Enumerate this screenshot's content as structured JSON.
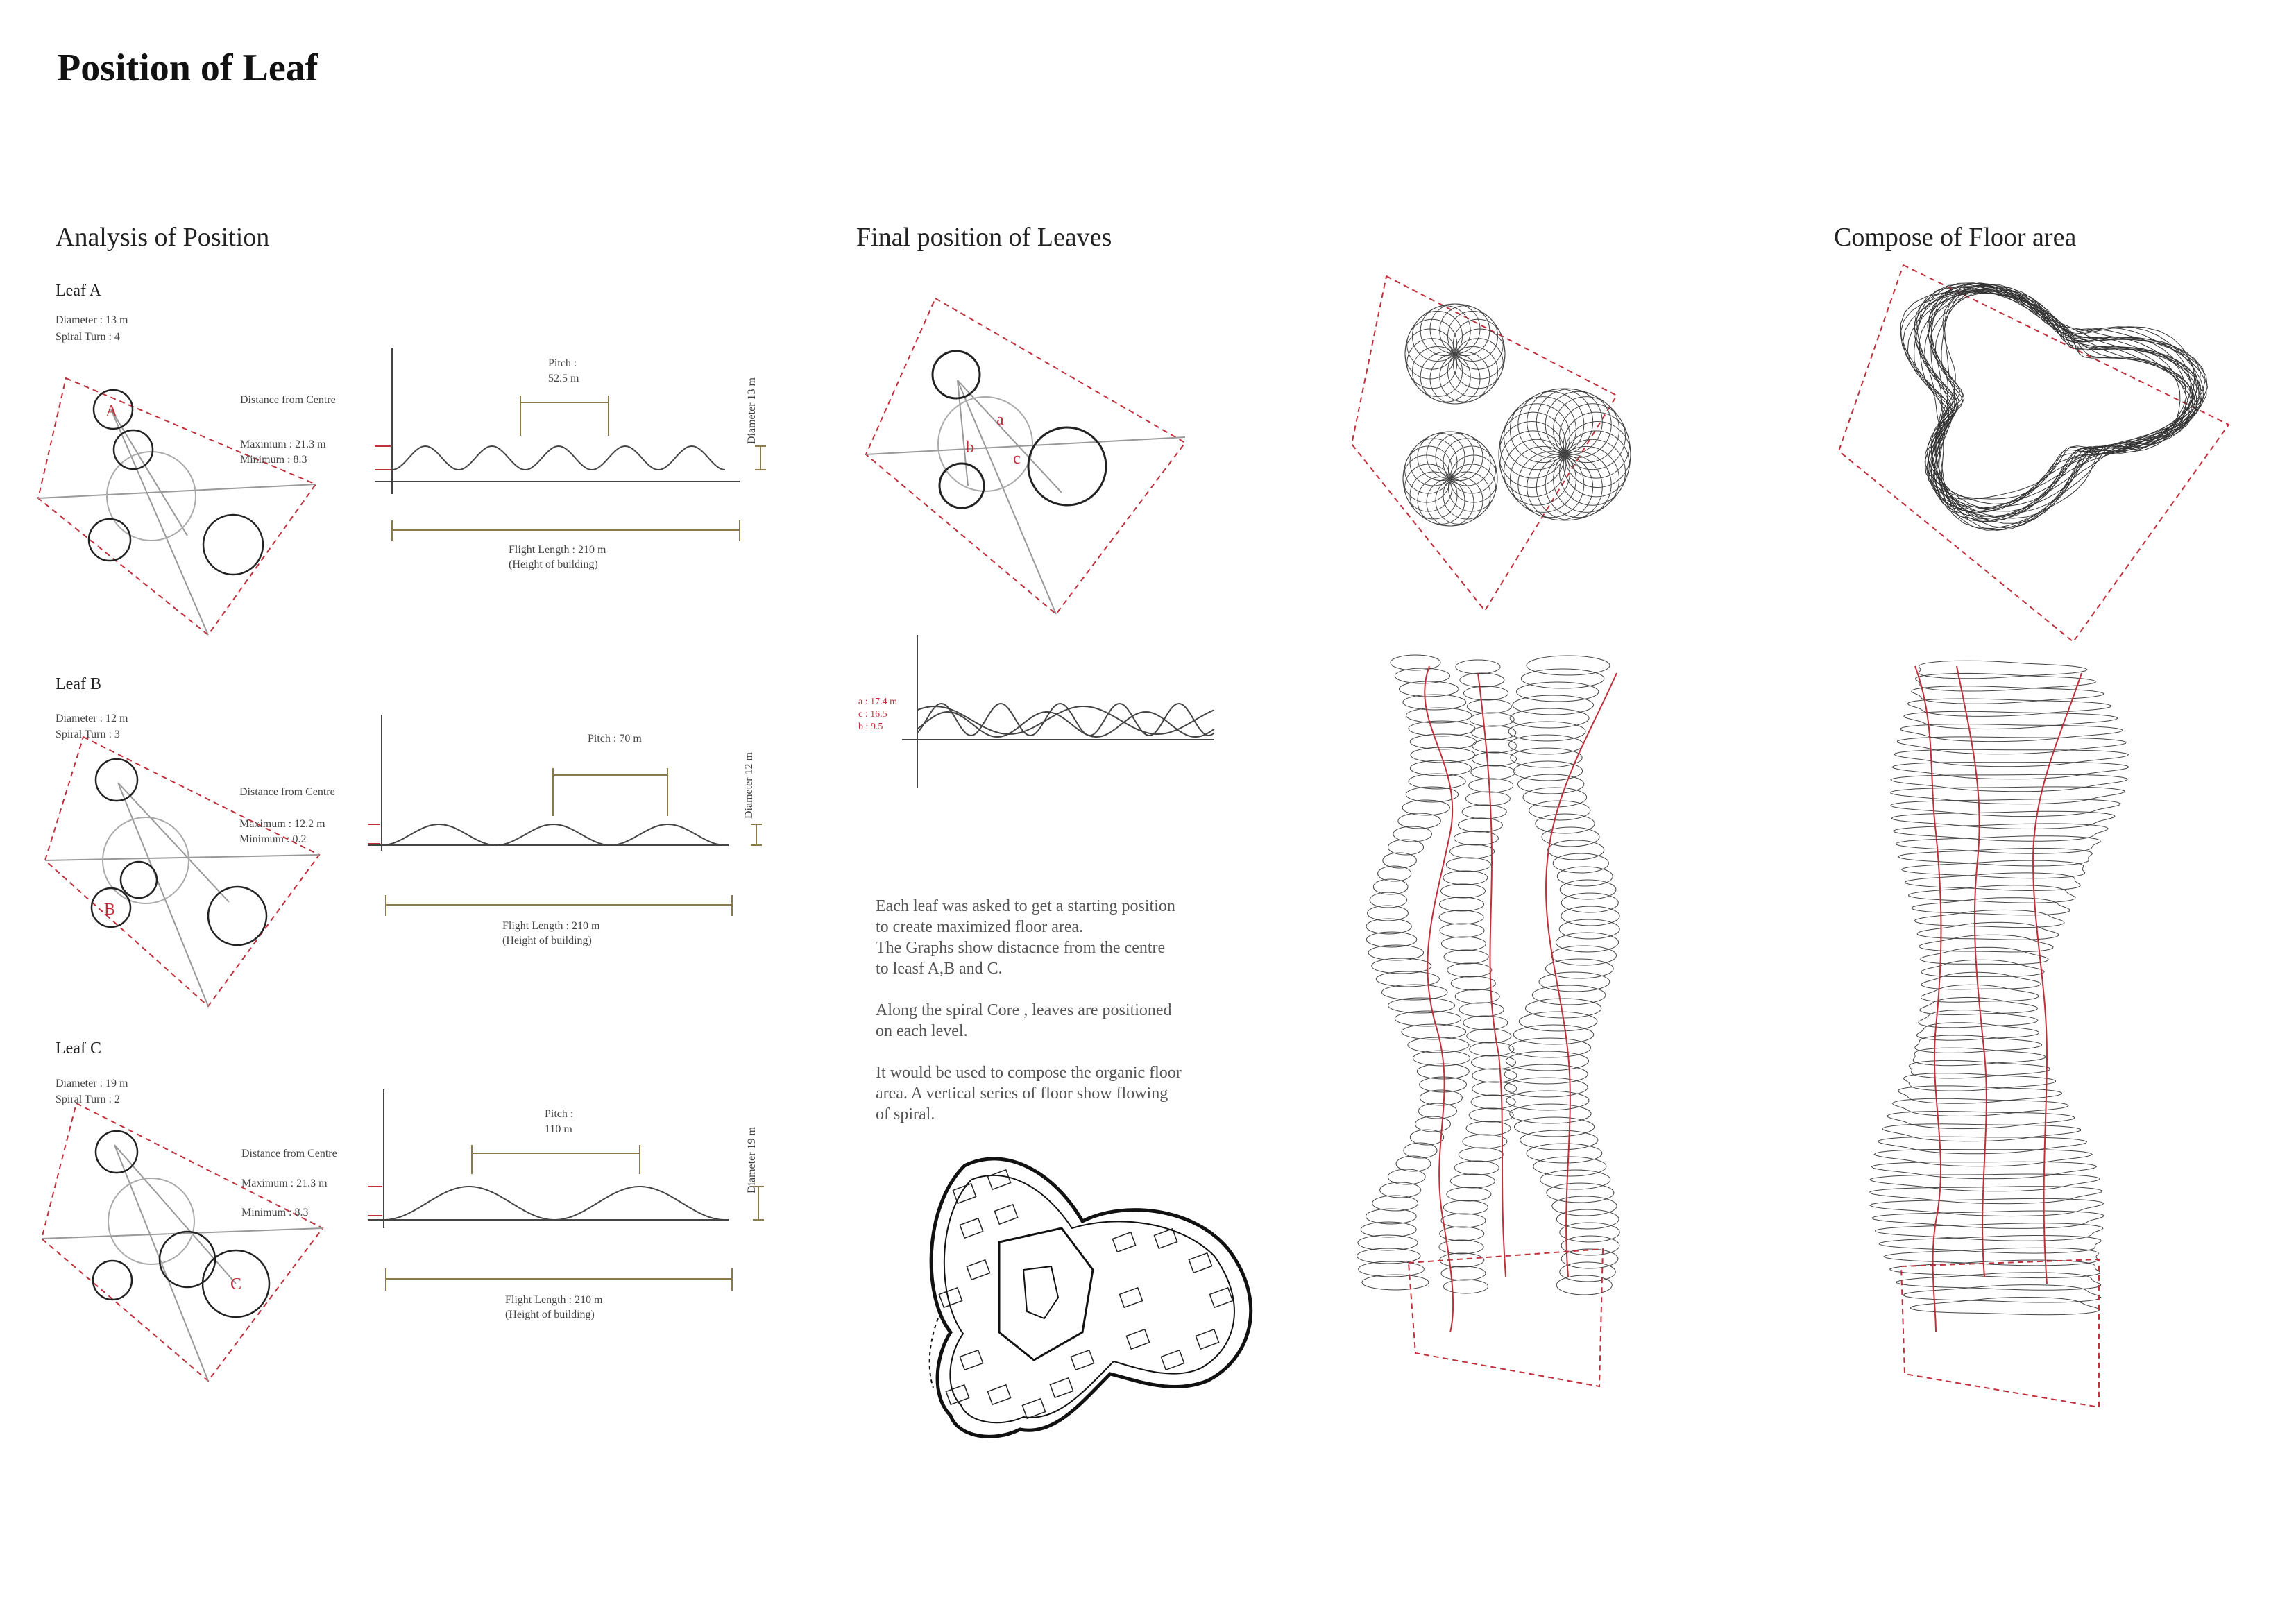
{
  "title": "Position of Leaf",
  "sections": {
    "analysis": "Analysis of Position",
    "final": "Final position of Leaves",
    "compose": "Compose of Floor area"
  },
  "leaves": [
    {
      "name": "Leaf A",
      "diameter": "Diameter    : 13 m",
      "spiral_turn": "Spiral Turn : 4",
      "marker": "A",
      "distance_heading": "Distance from Centre",
      "maximum": "Maximum : 21.3 m",
      "minimum": "Minimum : 8.3",
      "pitch_label": "Pitch :",
      "pitch_value": "52.5 m",
      "diameter_side": "Diameter 13 m",
      "flight": "Flight Length : 210 m",
      "height": "(Height of building)",
      "waves": 5
    },
    {
      "name": "Leaf B",
      "diameter": "Diameter    : 12 m",
      "spiral_turn": "Spiral Turn : 3",
      "marker": "B",
      "distance_heading": "Distance from Centre",
      "maximum": "Maximum : 12.2 m",
      "minimum": "Minimum : 0.2",
      "pitch_label": "Pitch : 70 m",
      "pitch_value": "",
      "diameter_side": "Diameter 12 m",
      "flight": "Flight Length : 210 m",
      "height": "(Height of building)",
      "waves": 3
    },
    {
      "name": "Leaf C",
      "diameter": "Diameter    : 19 m",
      "spiral_turn": "Spiral Turn : 2",
      "marker": "C",
      "distance_heading": "Distance from Centre",
      "maximum": "Maximum : 21.3 m",
      "minimum": "Minimum : 8.3",
      "pitch_label": "Pitch :",
      "pitch_value": "110 m",
      "diameter_side": "Diameter 19 m",
      "flight": "Flight Length : 210 m",
      "height": "(Height of building)",
      "waves": 2
    }
  ],
  "final_labels": {
    "a": "a",
    "b": "b",
    "c": "c"
  },
  "final_graph_legend": [
    "a : 17.4 m",
    "c : 16.5",
    "b : 9.5"
  ],
  "description": [
    "Each leaf was asked to get a starting position",
    "to create maximized floor area.",
    "The Graphs show distacnce from the centre",
    "to leasf A,B and C.",
    "",
    "Along the spiral Core , leaves are positioned",
    "on each level.",
    "",
    "It would be used to compose the organic floor",
    "area. A vertical series of floor show flowing",
    "of spiral."
  ],
  "colors": {
    "ink": "#1a1a1a",
    "line": "#555555",
    "light": "#9a9a9a",
    "accent": "#c0303c",
    "dim": "#8a7a4a"
  }
}
